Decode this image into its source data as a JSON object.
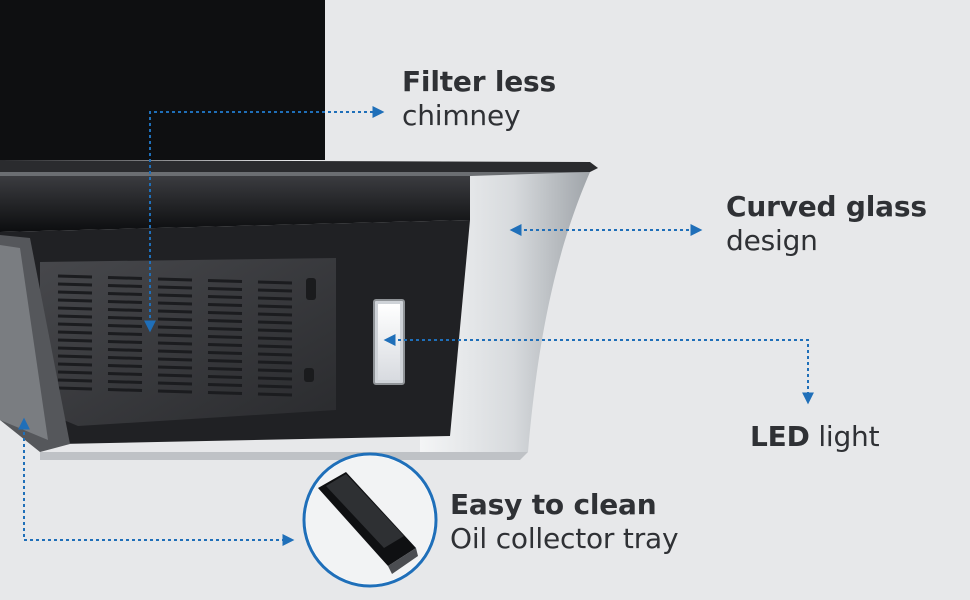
{
  "colors": {
    "background": "#e7e8ea",
    "arrow": "#1f6fb9",
    "text": "#2f3135",
    "hood_black": "#0d0e10",
    "panel_gray": "#3a3b3e",
    "steel": "#c9ccd0"
  },
  "callouts": {
    "filter": {
      "bold": "Filter less",
      "regular": "chimney"
    },
    "curved": {
      "bold": "Curved glass",
      "regular": "design"
    },
    "led": {
      "bold": "LED",
      "regular": " light"
    },
    "clean": {
      "bold": "Easy to clean",
      "regular": "Oil collector tray"
    }
  },
  "icons": {
    "arrowhead": "arrowhead-icon",
    "tray": "oil-tray-icon"
  }
}
